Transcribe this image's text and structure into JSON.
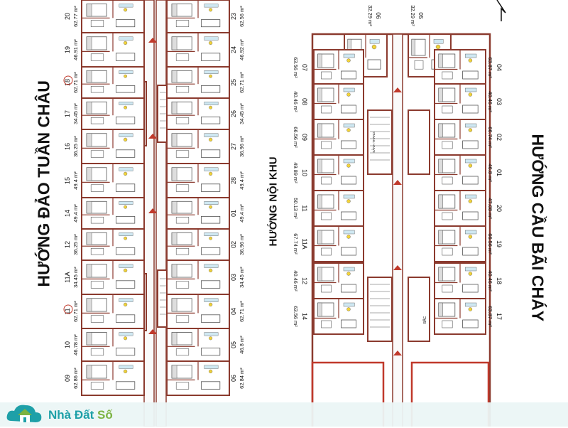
{
  "directions": {
    "left": "HƯỚNG ĐẢO TUẦN CHÂU",
    "middle": "HƯỚNG NỘI KHU",
    "right": "HƯỚNG CẦU BÃI CHÁY"
  },
  "logo": {
    "part1": "Nhà",
    "part2": "Đất",
    "part3": "Số"
  },
  "markers": {
    "lift_lobby": "SẢNH THANG",
    "stair": "BẮC"
  },
  "left_tower": {
    "left_units": [
      {
        "id": "20",
        "area": "62.77 m²"
      },
      {
        "id": "19",
        "area": "46.91 m²"
      },
      {
        "id": "18",
        "area": "62.71 m²",
        "circled": true
      },
      {
        "id": "17",
        "area": "34.45 m²"
      },
      {
        "id": "16",
        "area": "36.25 m²"
      },
      {
        "id": "15",
        "area": "49.4 m²"
      },
      {
        "id": "14",
        "area": "49.4 m²"
      },
      {
        "id": "12",
        "area": "36.25 m²"
      },
      {
        "id": "11A",
        "area": "34.45 m²"
      },
      {
        "id": "11",
        "area": "62.71 m²",
        "circled": true
      },
      {
        "id": "10",
        "area": "46.78 m²"
      },
      {
        "id": "09",
        "area": "62.86 m²"
      }
    ],
    "right_units": [
      {
        "id": "23",
        "area": "62.56 m²"
      },
      {
        "id": "24",
        "area": "46.92 m²"
      },
      {
        "id": "25",
        "area": "62.71 m²"
      },
      {
        "id": "26",
        "area": "34.45 m²"
      },
      {
        "id": "27",
        "area": "36.96 m²"
      },
      {
        "id": "28",
        "area": "49.4 m²"
      },
      {
        "id": "01",
        "area": "49.4 m²"
      },
      {
        "id": "02",
        "area": "36.96 m²"
      },
      {
        "id": "03",
        "area": "34.45 m²"
      },
      {
        "id": "04",
        "area": "62.71 m²"
      },
      {
        "id": "05",
        "area": "46.8 m²"
      },
      {
        "id": "06",
        "area": "62.84 m²"
      }
    ]
  },
  "right_tower": {
    "top_units": [
      {
        "id": "06",
        "area": "32.29 m²"
      },
      {
        "id": "05",
        "area": "32.29 m²"
      }
    ],
    "left_units": [
      {
        "id": "07",
        "area": "63.56 m²"
      },
      {
        "id": "08",
        "area": "40.46 m²"
      },
      {
        "id": "09",
        "area": "66.56 m²"
      },
      {
        "id": "10",
        "area": "49.89 m²"
      },
      {
        "id": "11",
        "area": "50.13 m²"
      },
      {
        "id": "11A",
        "area": "67.74 m²"
      },
      {
        "id": "12",
        "area": "40.46 m²"
      },
      {
        "id": "14",
        "area": "63.56 m²"
      }
    ],
    "right_units": [
      {
        "id": "04",
        "area": "63.87 m²"
      },
      {
        "id": "03",
        "area": "40.46 m²"
      },
      {
        "id": "02",
        "area": "66.74 m²"
      },
      {
        "id": "01",
        "area": "46.8 m²"
      },
      {
        "id": "20",
        "area": "47.08 m²"
      },
      {
        "id": "19",
        "area": "66.56 m²"
      },
      {
        "id": "18",
        "area": "40.46 m²"
      },
      {
        "id": "17",
        "area": "63.87 m²"
      }
    ]
  },
  "colors": {
    "wall": "#8b3a2e",
    "furniture": "#555555",
    "highlight": "#c0392b",
    "logo_teal": "#1ea0a8",
    "logo_green": "#7cb342"
  }
}
